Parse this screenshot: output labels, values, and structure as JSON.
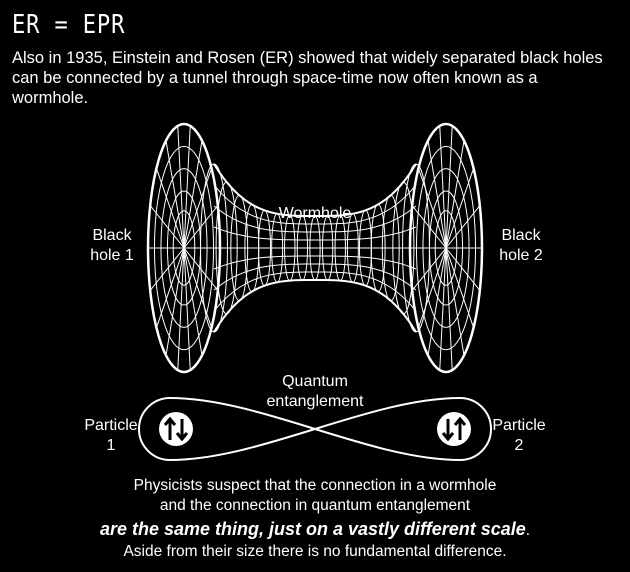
{
  "title": "ER = EPR",
  "intro": "Also in 1935, Einstein and Rosen (ER) showed that widely separated black holes can be connected by a tunnel through space-time now often known as a wormhole.",
  "labels": {
    "wormhole": "Wormhole",
    "black_hole_1_line1": "Black",
    "black_hole_1_line2": "hole 1",
    "black_hole_2_line1": "Black",
    "black_hole_2_line2": "hole 2",
    "entanglement_line1": "Quantum",
    "entanglement_line2": "entanglement",
    "particle_1_line1": "Particle",
    "particle_1_line2": "1",
    "particle_2_line1": "Particle",
    "particle_2_line2": "2"
  },
  "icons": {
    "particle_1": "up-down-arrows-icon",
    "particle_2": "down-up-arrows-icon"
  },
  "bottom": {
    "line1": "Physicists suspect that the connection in a wormhole",
    "line2": "and the connection in quantum entanglement",
    "emphasis": "are the same thing, just on a vastly different scale",
    "emphasis_end": ".",
    "line4": "Aside from their size there is no fundamental difference."
  },
  "colors": {
    "background": "#000000",
    "foreground": "#ffffff"
  }
}
